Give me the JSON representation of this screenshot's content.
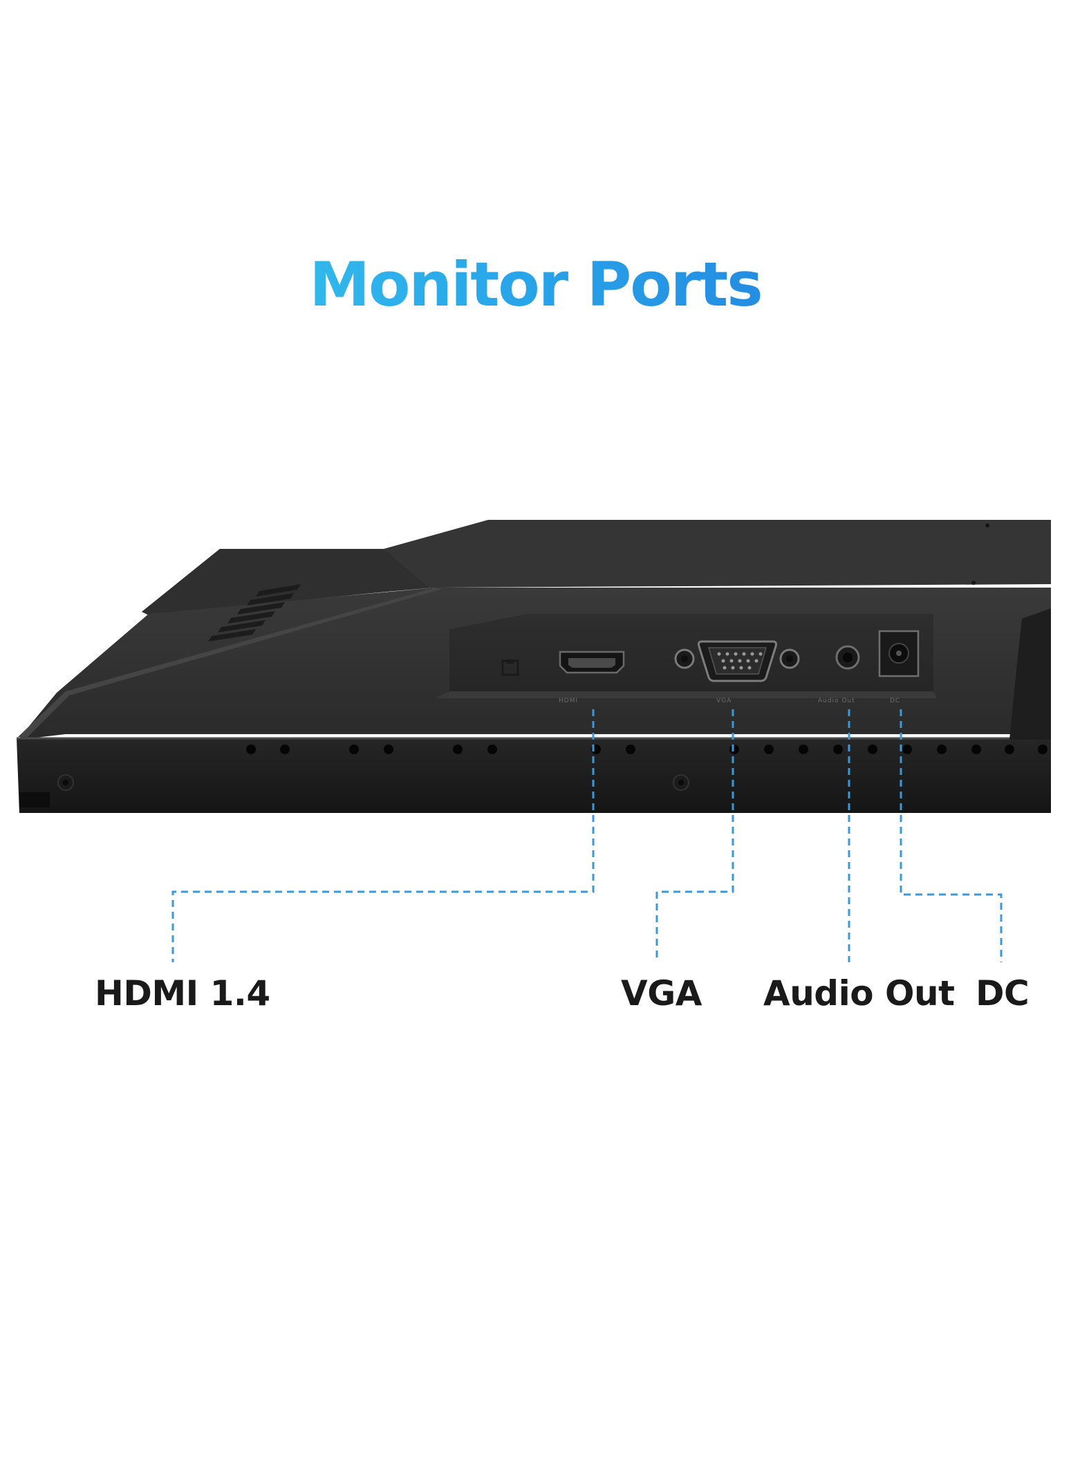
{
  "title": "Monitor Ports",
  "ports": [
    {
      "id": "hdmi",
      "label": "HDMI 1.4",
      "panel_text": "HDMI"
    },
    {
      "id": "vga",
      "label": "VGA",
      "panel_text": "VGA"
    },
    {
      "id": "audio",
      "label": "Audio Out",
      "panel_text": "Audio Out"
    },
    {
      "id": "dc",
      "label": "DC",
      "panel_text": "DC"
    }
  ],
  "colors": {
    "title_gradient_start": "#3fd4ee",
    "title_gradient_end": "#1f6fd8",
    "leader_line": "#3a9ad9",
    "monitor_body": "#2b2b2b",
    "label_text": "#1a1a1a"
  }
}
